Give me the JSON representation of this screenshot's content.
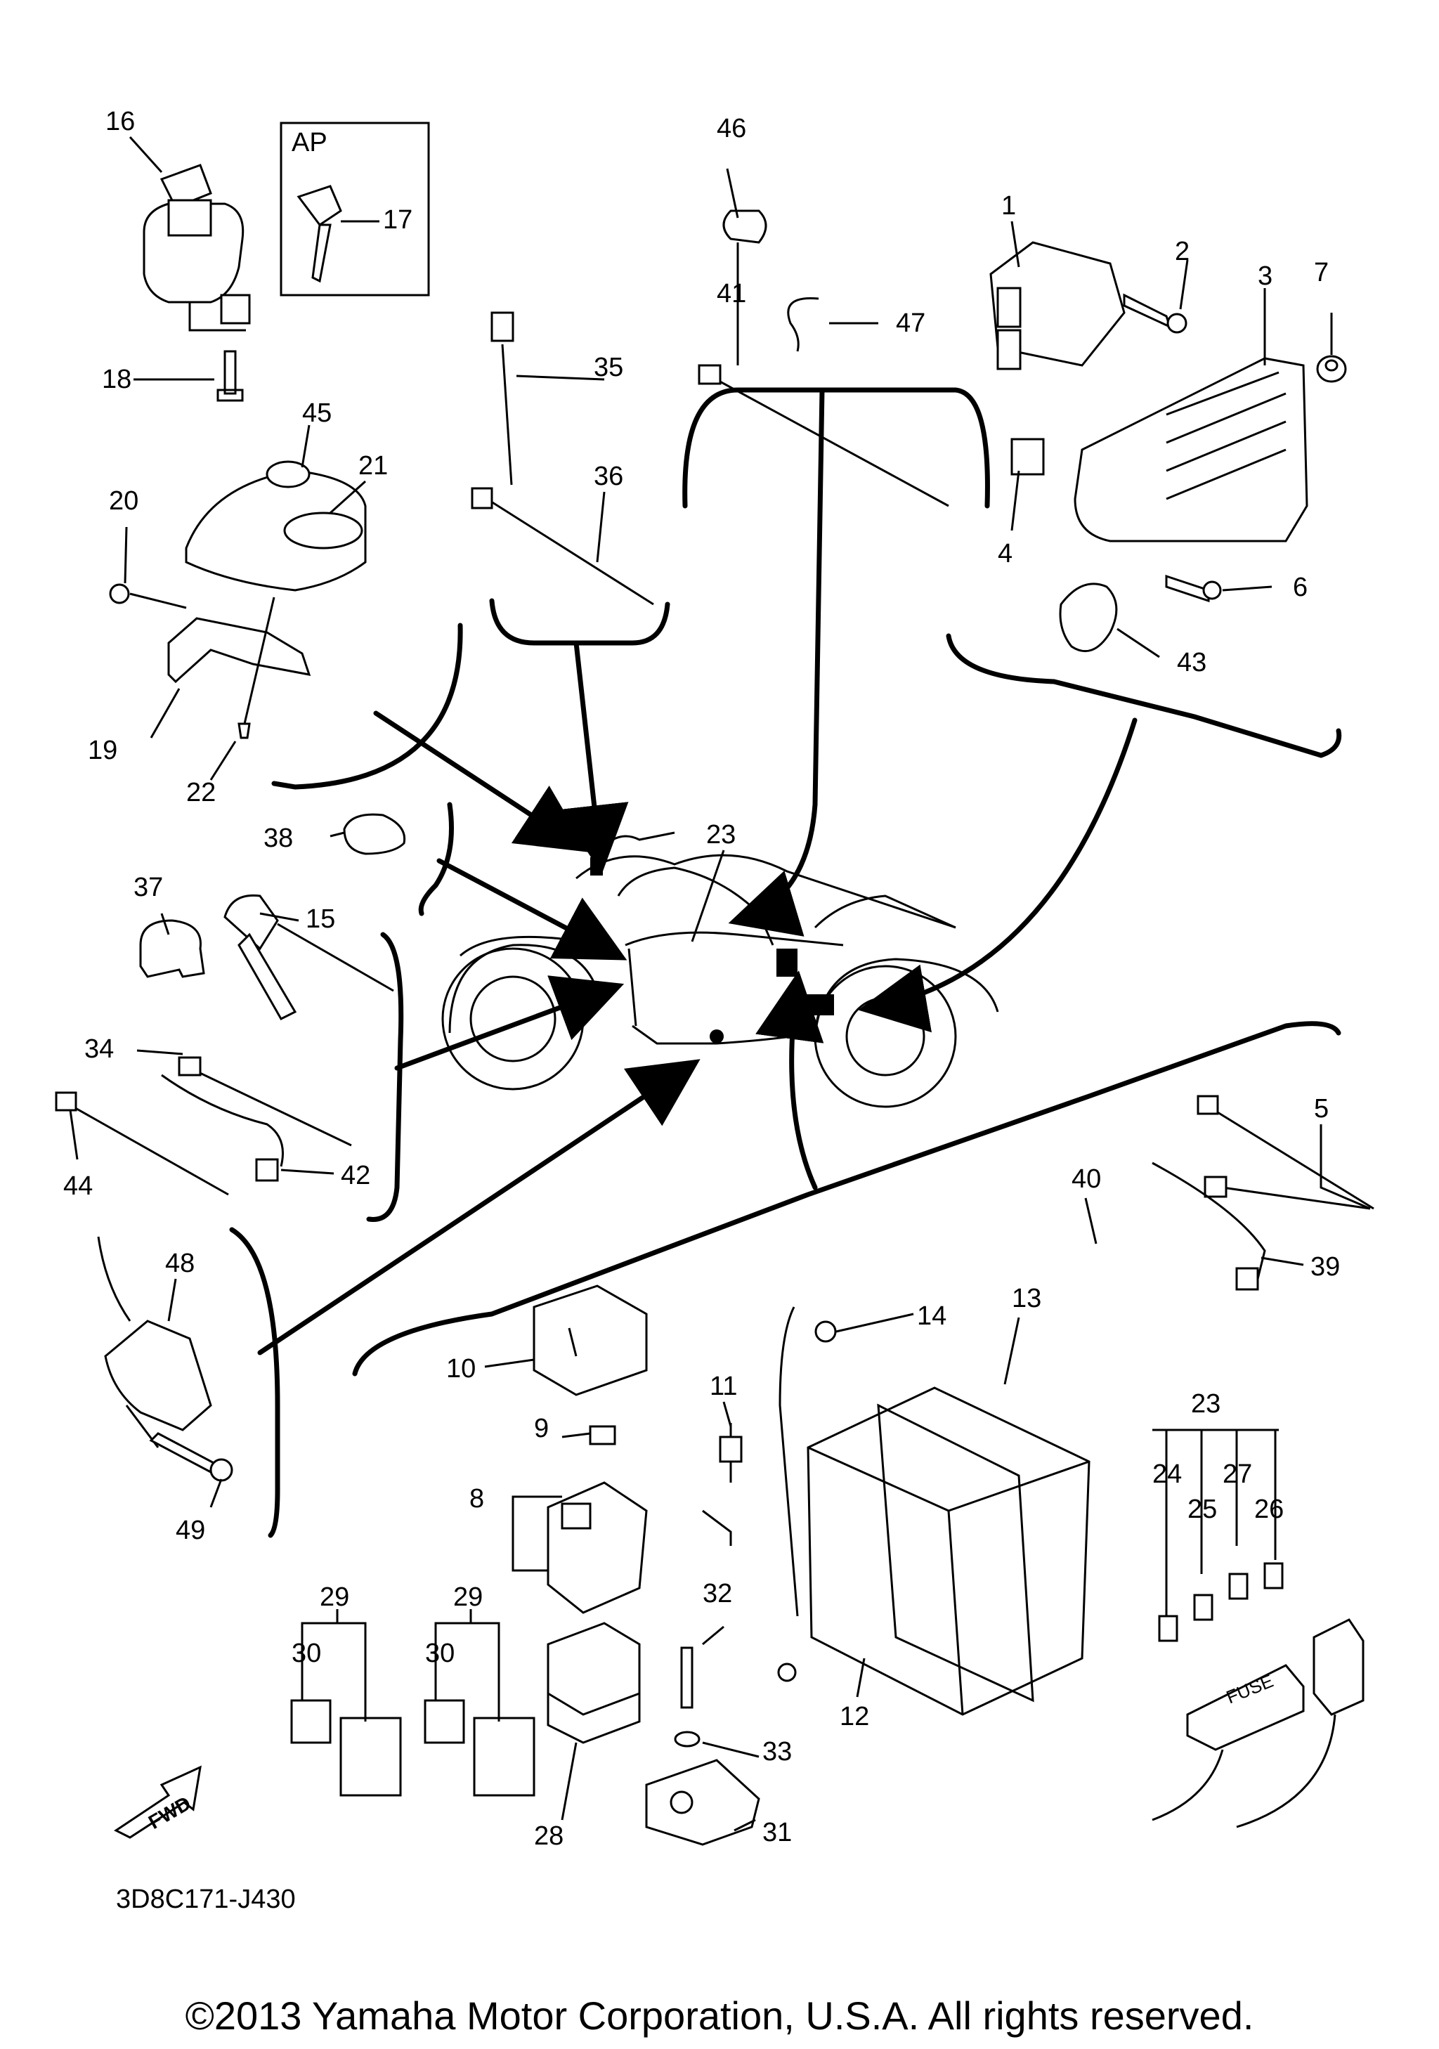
{
  "diagram": {
    "part_numbers": [
      "1",
      "2",
      "3",
      "4",
      "5",
      "6",
      "7",
      "8",
      "9",
      "10",
      "11",
      "12",
      "13",
      "14",
      "15",
      "16",
      "17",
      "18",
      "19",
      "20",
      "21",
      "22",
      "23",
      "24",
      "25",
      "26",
      "27",
      "28",
      "29",
      "30",
      "31",
      "32",
      "33",
      "34",
      "35",
      "36",
      "37",
      "38",
      "39",
      "40",
      "41",
      "42",
      "43",
      "44",
      "45",
      "46",
      "47",
      "48",
      "49"
    ],
    "inset_label": "AP",
    "fuse_label": "FUSE",
    "fwd_label": "FWD",
    "diagram_code": "3D8C171-J430"
  },
  "copyright": "©2013 Yamaha Motor Corporation, U.S.A. All rights reserved."
}
